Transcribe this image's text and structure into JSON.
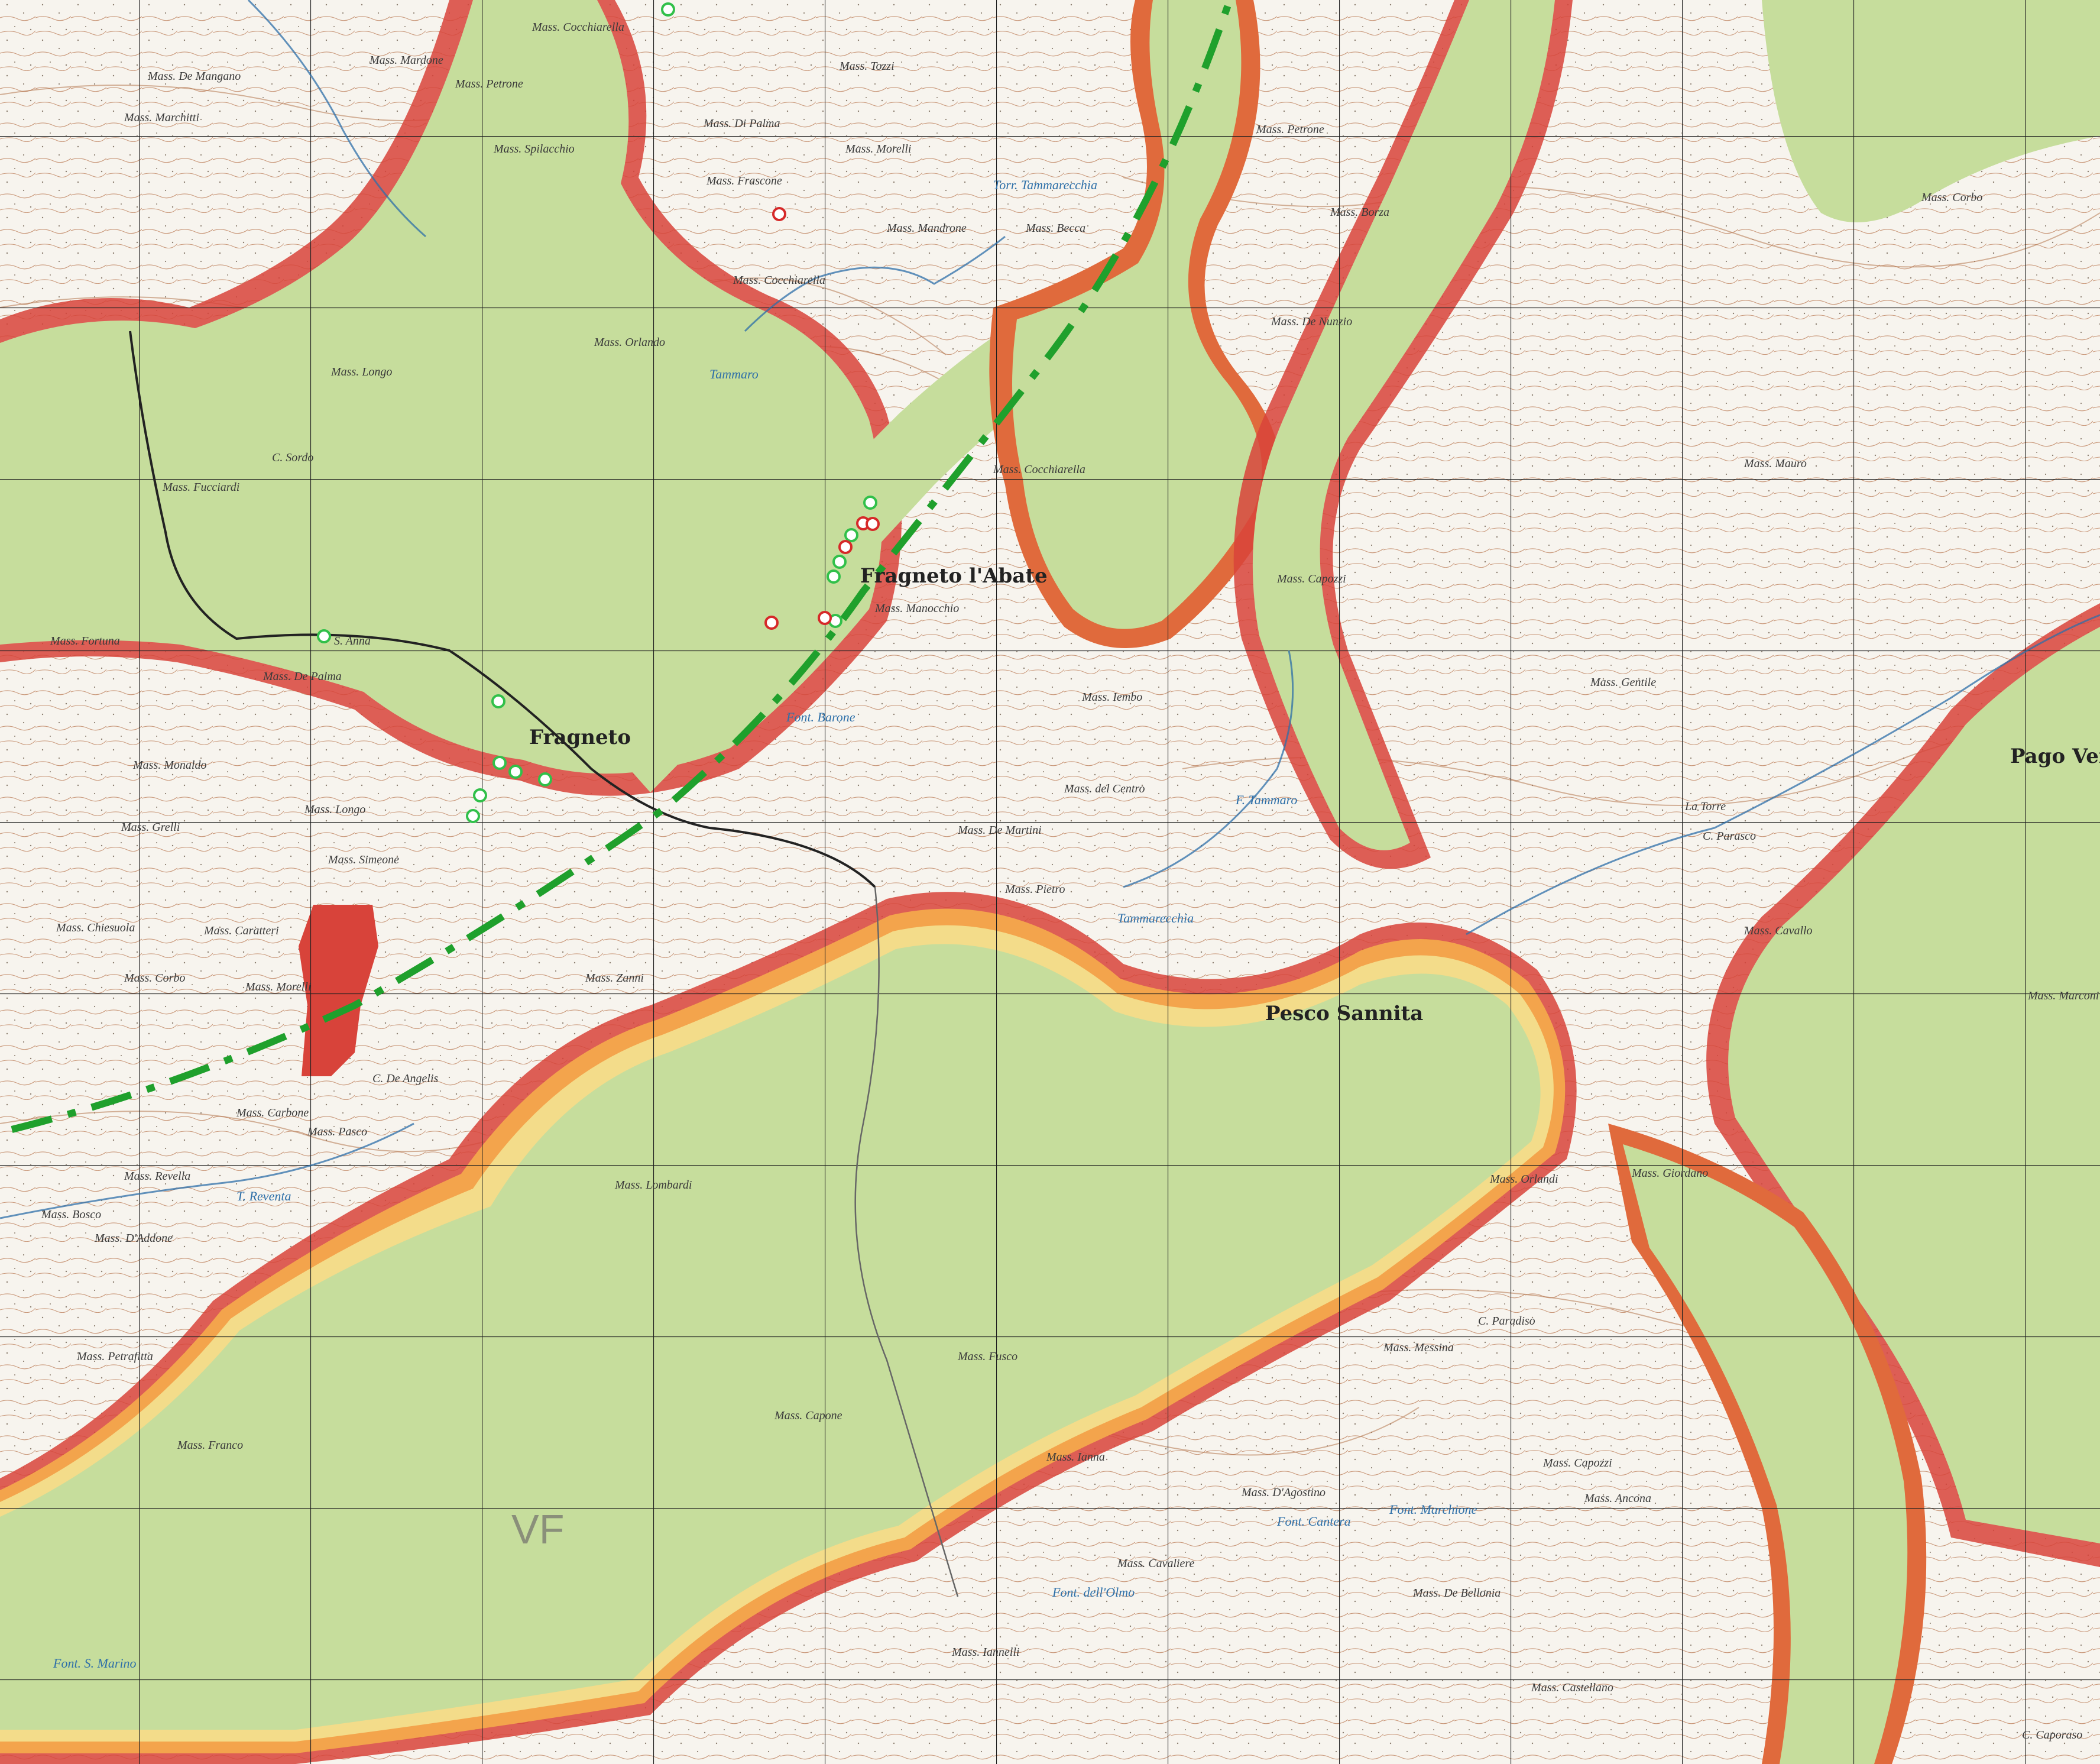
{
  "map": {
    "colors": {
      "paper": "#f7f4ee",
      "green_zone": "#c6dd9c",
      "orange_zone": "#f3a44c",
      "red_zone": "#d8433a",
      "yellow_zone": "#f3dc8a",
      "route": "#1fa02c",
      "river": "#2d6fa8",
      "grid": "#1f1f1f",
      "contour": "#b5764f",
      "marker_green": "#31c04a",
      "marker_red": "#d62929"
    },
    "towns": {
      "fragneto_abate": "Fragneto l'Abate",
      "fragneto": "Fragneto",
      "pesco_sannita": "Pesco Sannita",
      "pago_veiano": "Pago Veia"
    },
    "zone_label": "VF",
    "places": [
      "Mass. De Mangano",
      "Mass. Mardone",
      "Mass. Petrone",
      "Mass. Cocchiarella",
      "Mass. Di Palma",
      "Mass. Tozzi",
      "Mass. Marchitti",
      "Mass. Spilacchio",
      "Mass. Morelli",
      "Mass. Frascone",
      "Mass. Mandrone",
      "Mass. Becca",
      "Mass. Cocchiarella",
      "Mass. Orlando",
      "Mass. Longo",
      "Mass. Fucciardi",
      "C. Sordo",
      "Mass. Fortuna",
      "Mass. De Palma",
      "S. Anna",
      "Mass. Monaldo",
      "Mass. Grelli",
      "Mass. Longo",
      "Mass. Simeone",
      "Mass. Chiesuola",
      "Mass. Caratteri",
      "Mass. Corbo",
      "Mass. Morelli",
      "Mass. Carbone",
      "Mass. Pasco",
      "C. De Angelis",
      "Mass. Revella",
      "Mass. Bosco",
      "Mass. D'Addone",
      "Mass. Petrafitta",
      "Mass. Franco",
      "Mass. Cocchiarella",
      "Mass. Manocchio",
      "Mass. Iembo",
      "Mass. del Centro",
      "Mass. De Martini",
      "Mass. Pietro",
      "Mass. Capozzi",
      "Mass. Borza",
      "Mass. De Nunzio",
      "Mass. Petrone",
      "Mass. Gentile",
      "Mass. Mauro",
      "Mass. Giordano",
      "Mass. Messina",
      "C. Paradiso",
      "Mass. D'Agostino",
      "Mass. Capozzi",
      "Mass. Ancona",
      "Mass. De Bellonia",
      "Mass. Castellano",
      "Mass. Ianna",
      "Mass. Iannelli",
      "Mass. Cavaliere",
      "Mass. Orlandi",
      "Mass. Fusco",
      "Mass. Capone",
      "Mass. Lombardi",
      "C. Caporaso",
      "Mass. Zanni",
      "La Torre",
      "Mass. Cavallo",
      "C. Parasco",
      "Mass. Corbo",
      "Mass. Marconi"
    ],
    "rivers": [
      "Tammaro",
      "Tammarecchia",
      "F. Tammaro",
      "T. Reventa",
      "Torr. Tammarecchia"
    ],
    "springs": [
      "Font. Barone",
      "Font. Cantera",
      "Font. Marchione",
      "Font. dell'Olmo",
      "Font. S. Marino"
    ]
  }
}
